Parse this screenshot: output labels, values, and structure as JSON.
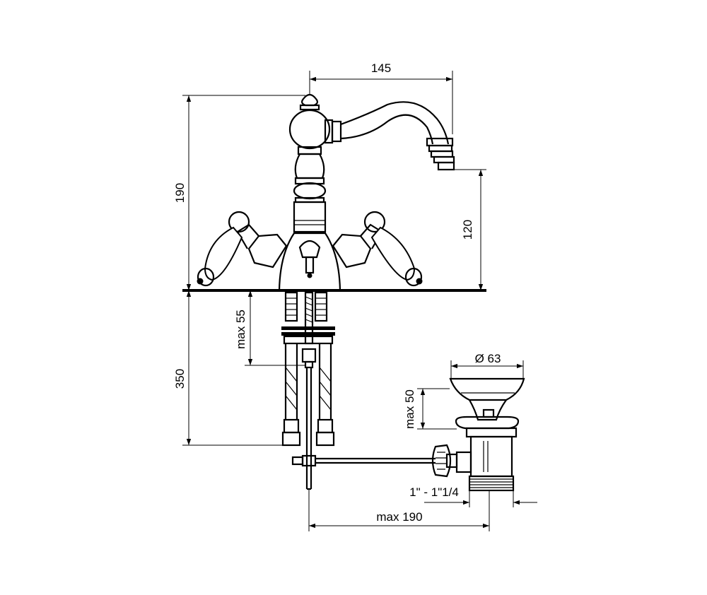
{
  "dimensions": {
    "spout_reach": "145",
    "total_height": "190",
    "spout_height": "120",
    "deck_thickness": "max 55",
    "hose_length": "350",
    "waste_diameter": "Ø 63",
    "waste_height": "max 50",
    "waste_thread": "1\" - 1\"1/4",
    "rod_distance": "max 190"
  }
}
